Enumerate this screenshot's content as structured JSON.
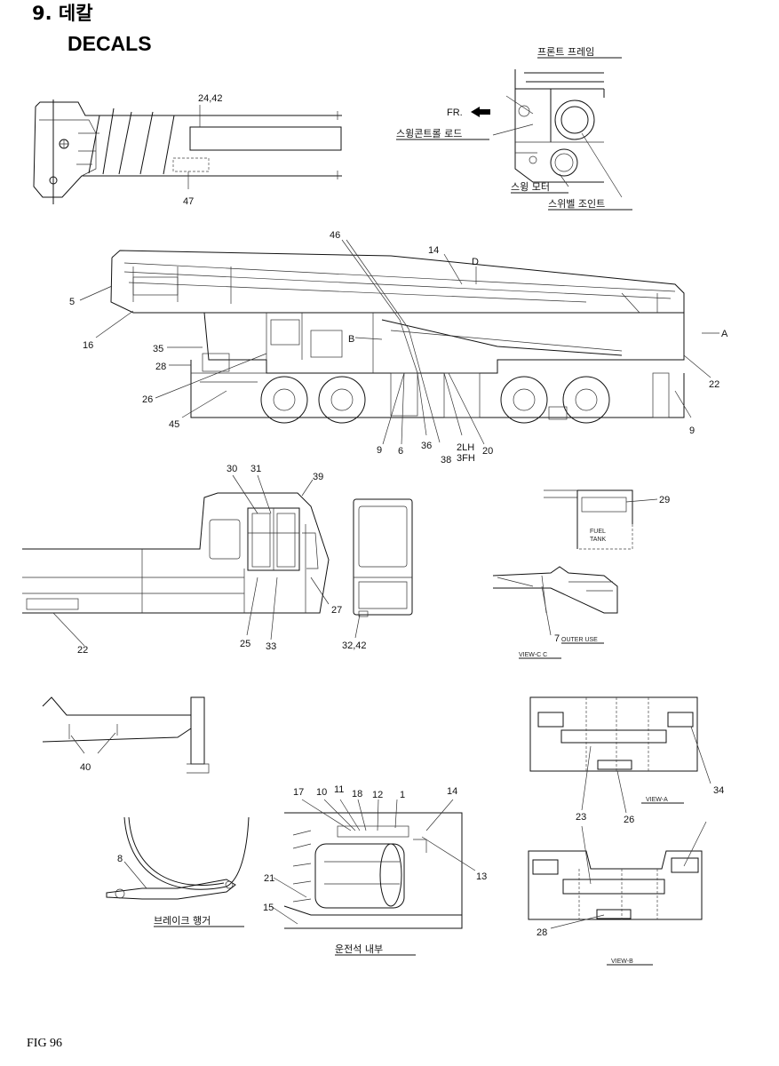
{
  "title": {
    "number": "9. 데칼",
    "subtitle": "DECALS"
  },
  "figure_number": "FIG 96",
  "views": {
    "boom_detail": {
      "labels": [
        "24,42",
        "47"
      ]
    },
    "front_frame": {
      "labels": [
        "프론트 프레임",
        "FR.",
        "스윙콘트롤 로드",
        "스윙 모터",
        "스위벨 조인트"
      ]
    },
    "crane_side": {
      "labels": [
        "46",
        "14",
        "D",
        "5",
        "16",
        "35",
        "28",
        "26",
        "45",
        "B",
        "A",
        "22",
        "9",
        "9",
        "6",
        "36",
        "38",
        "2LH",
        "3FH",
        "20"
      ]
    },
    "cab": {
      "labels": [
        "30",
        "31",
        "39",
        "27",
        "25",
        "33",
        "22",
        "32,42"
      ]
    },
    "fuel_tank": {
      "labels": [
        "29"
      ],
      "tank_text": [
        "FUEL",
        "TANK"
      ]
    },
    "outrigger": {
      "label": "7",
      "caption": "OUTER USE",
      "view_caption": "VIEW-C C"
    },
    "outrigger_beam": {
      "labels": [
        "40"
      ]
    },
    "brake_hanger": {
      "labels": [
        "8"
      ],
      "caption": "브레이크 행거"
    },
    "cab_interior": {
      "labels": [
        "17",
        "10",
        "11",
        "18",
        "12",
        "1",
        "14",
        "13",
        "21",
        "15"
      ],
      "caption": "운전석 내부"
    },
    "view_a": {
      "labels": [
        "23",
        "26",
        "34"
      ],
      "caption": "VIEW-A"
    },
    "view_b": {
      "labels": [
        "28"
      ],
      "caption": "VIEW-B"
    }
  }
}
